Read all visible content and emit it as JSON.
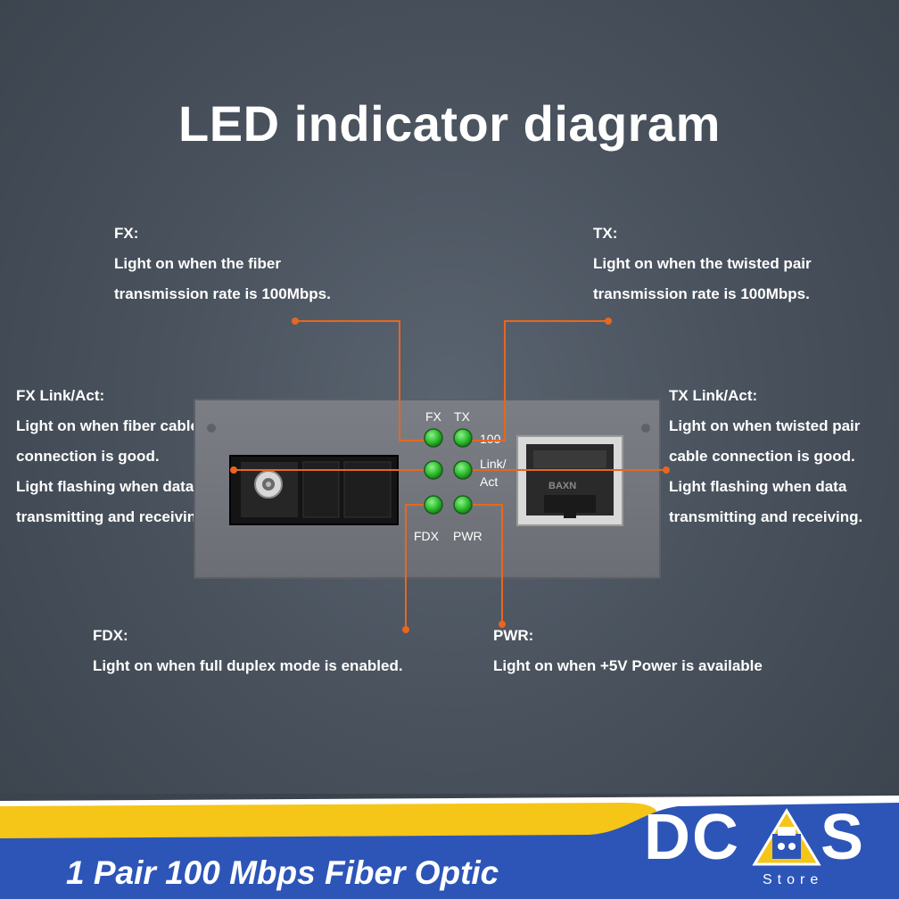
{
  "title": "LED indicator diagram",
  "callouts": {
    "fx": {
      "heading": "FX:",
      "lines": [
        "Light on when the fiber",
        "transmission rate is 100Mbps."
      ]
    },
    "tx": {
      "heading": "TX:",
      "lines": [
        "Light on when the twisted pair",
        "transmission rate is 100Mbps."
      ]
    },
    "fx_link": {
      "heading": "FX Link/Act:",
      "lines": [
        "Light on when fiber cable",
        "connection is good.",
        "Light flashing when data",
        "transmitting and receiving."
      ]
    },
    "tx_link": {
      "heading": "TX Link/Act:",
      "lines": [
        "Light on when twisted pair",
        "cable connection is good.",
        "Light flashing when data",
        "transmitting and receiving."
      ]
    },
    "fdx": {
      "heading": "FDX:",
      "lines": [
        "Light on when full duplex mode is enabled."
      ]
    },
    "pwr": {
      "heading": "PWR:",
      "lines": [
        "Light on when +5V Power is available"
      ]
    }
  },
  "device": {
    "led_labels": {
      "fx": "FX",
      "tx": "TX",
      "speed": "100",
      "link": "Link/",
      "act": "Act",
      "fdx": "FDX",
      "pwr": "PWR"
    },
    "port_text": "BAXN"
  },
  "banner": {
    "product_text": "1 Pair 100 Mbps Fiber Optic",
    "logo_left": "DC",
    "logo_right": "S",
    "logo_sub": "Store"
  },
  "colors": {
    "callout_line": "#e8661f",
    "led_green": "#2fbf2f",
    "banner_blue": "#2d55b8",
    "banner_yellow": "#f5c518"
  }
}
